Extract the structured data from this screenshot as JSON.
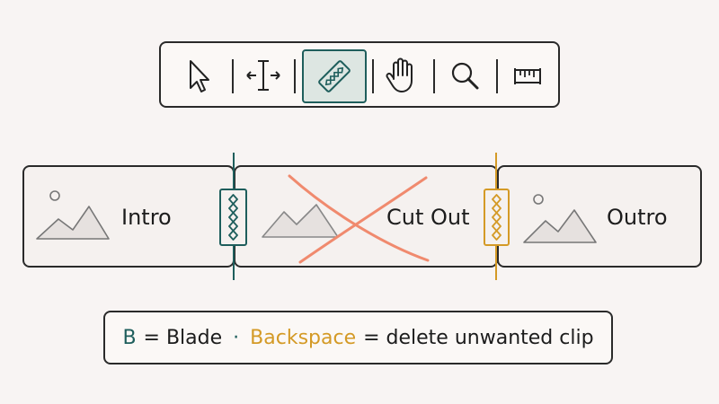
{
  "toolbar": {
    "tools": [
      {
        "name": "selection-tool",
        "icon": "arrow-pointer-icon",
        "active": false
      },
      {
        "name": "trim-tool",
        "icon": "trim-edit-icon",
        "active": false
      },
      {
        "name": "blade-tool",
        "icon": "razor-blade-icon",
        "active": true
      },
      {
        "name": "hand-tool",
        "icon": "hand-icon",
        "active": false
      },
      {
        "name": "zoom-tool",
        "icon": "magnifier-icon",
        "active": false
      },
      {
        "name": "range-tool",
        "icon": "ruler-icon",
        "active": false
      }
    ]
  },
  "clips": {
    "intro": {
      "label": "Intro"
    },
    "cut": {
      "label": "Cut Out"
    },
    "outro": {
      "label": "Outro"
    }
  },
  "legend": {
    "blade_key": "B",
    "blade_text": "= Blade",
    "separator": "·",
    "back_key": "Backspace",
    "back_text": "= delete unwanted clip"
  },
  "colors": {
    "blade_accent": "#1e5e5c",
    "delete_accent": "#d49a26",
    "cross": "#f08a6e"
  }
}
